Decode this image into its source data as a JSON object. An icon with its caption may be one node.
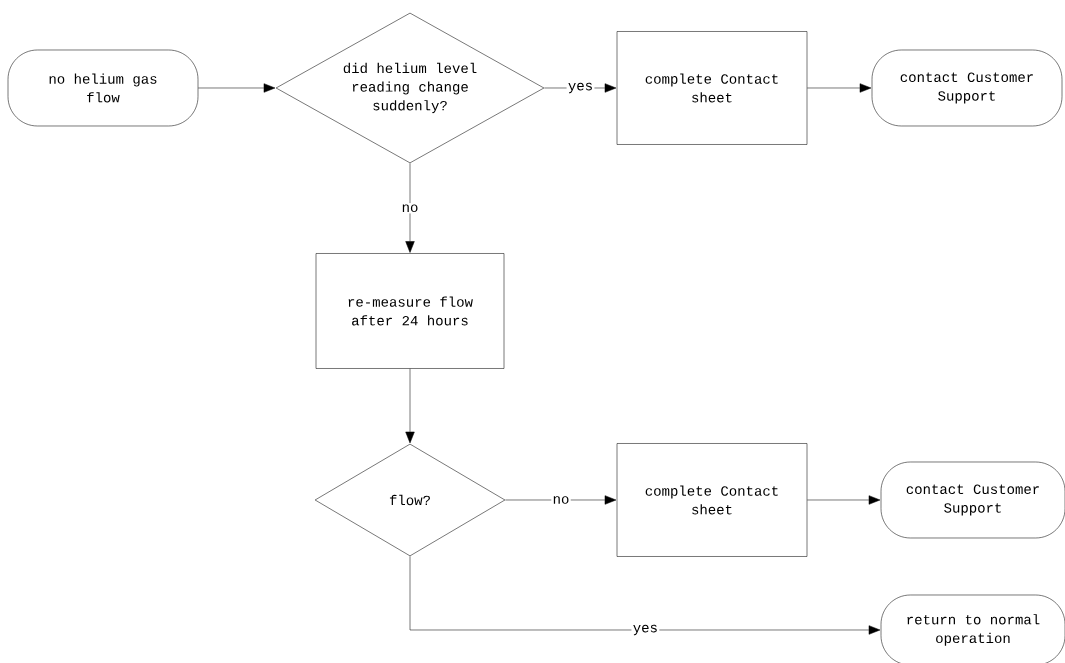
{
  "diagram": {
    "nodes": [
      {
        "text": [
          "no helium gas flow"
        ]
      },
      {
        "text": [
          "did helium level reading change suddenly?"
        ]
      },
      {
        "text": [
          "complete Contact sheet"
        ]
      },
      {
        "text": [
          "contact Customer Support"
        ]
      },
      {
        "text": [
          "re-measure flow after 24 hours"
        ]
      },
      {
        "text": [
          "flow?"
        ]
      },
      {
        "text": [
          "complete Contact sheet"
        ]
      },
      {
        "text": [
          "contact Customer Support"
        ]
      },
      {
        "text": [
          "return to normal operation"
        ]
      }
    ],
    "edges": [
      {
        "from": 0,
        "to": 1,
        "arrow": "to"
      },
      {
        "from": 1,
        "to": 2,
        "arrow": "to",
        "label": "yes"
      },
      {
        "from": 2,
        "to": 3,
        "arrow": "to"
      },
      {
        "from": 1,
        "to": 4,
        "arrow": "to",
        "label": "no"
      },
      {
        "from": 4,
        "to": 5,
        "arrow": "to"
      },
      {
        "from": 5,
        "to": 6,
        "arrow": "to",
        "label": "no"
      },
      {
        "from": 6,
        "to": 7,
        "arrow": "to"
      },
      {
        "from": 5,
        "to": 8,
        "arrow": "to",
        "label": "yes"
      }
    ]
  }
}
